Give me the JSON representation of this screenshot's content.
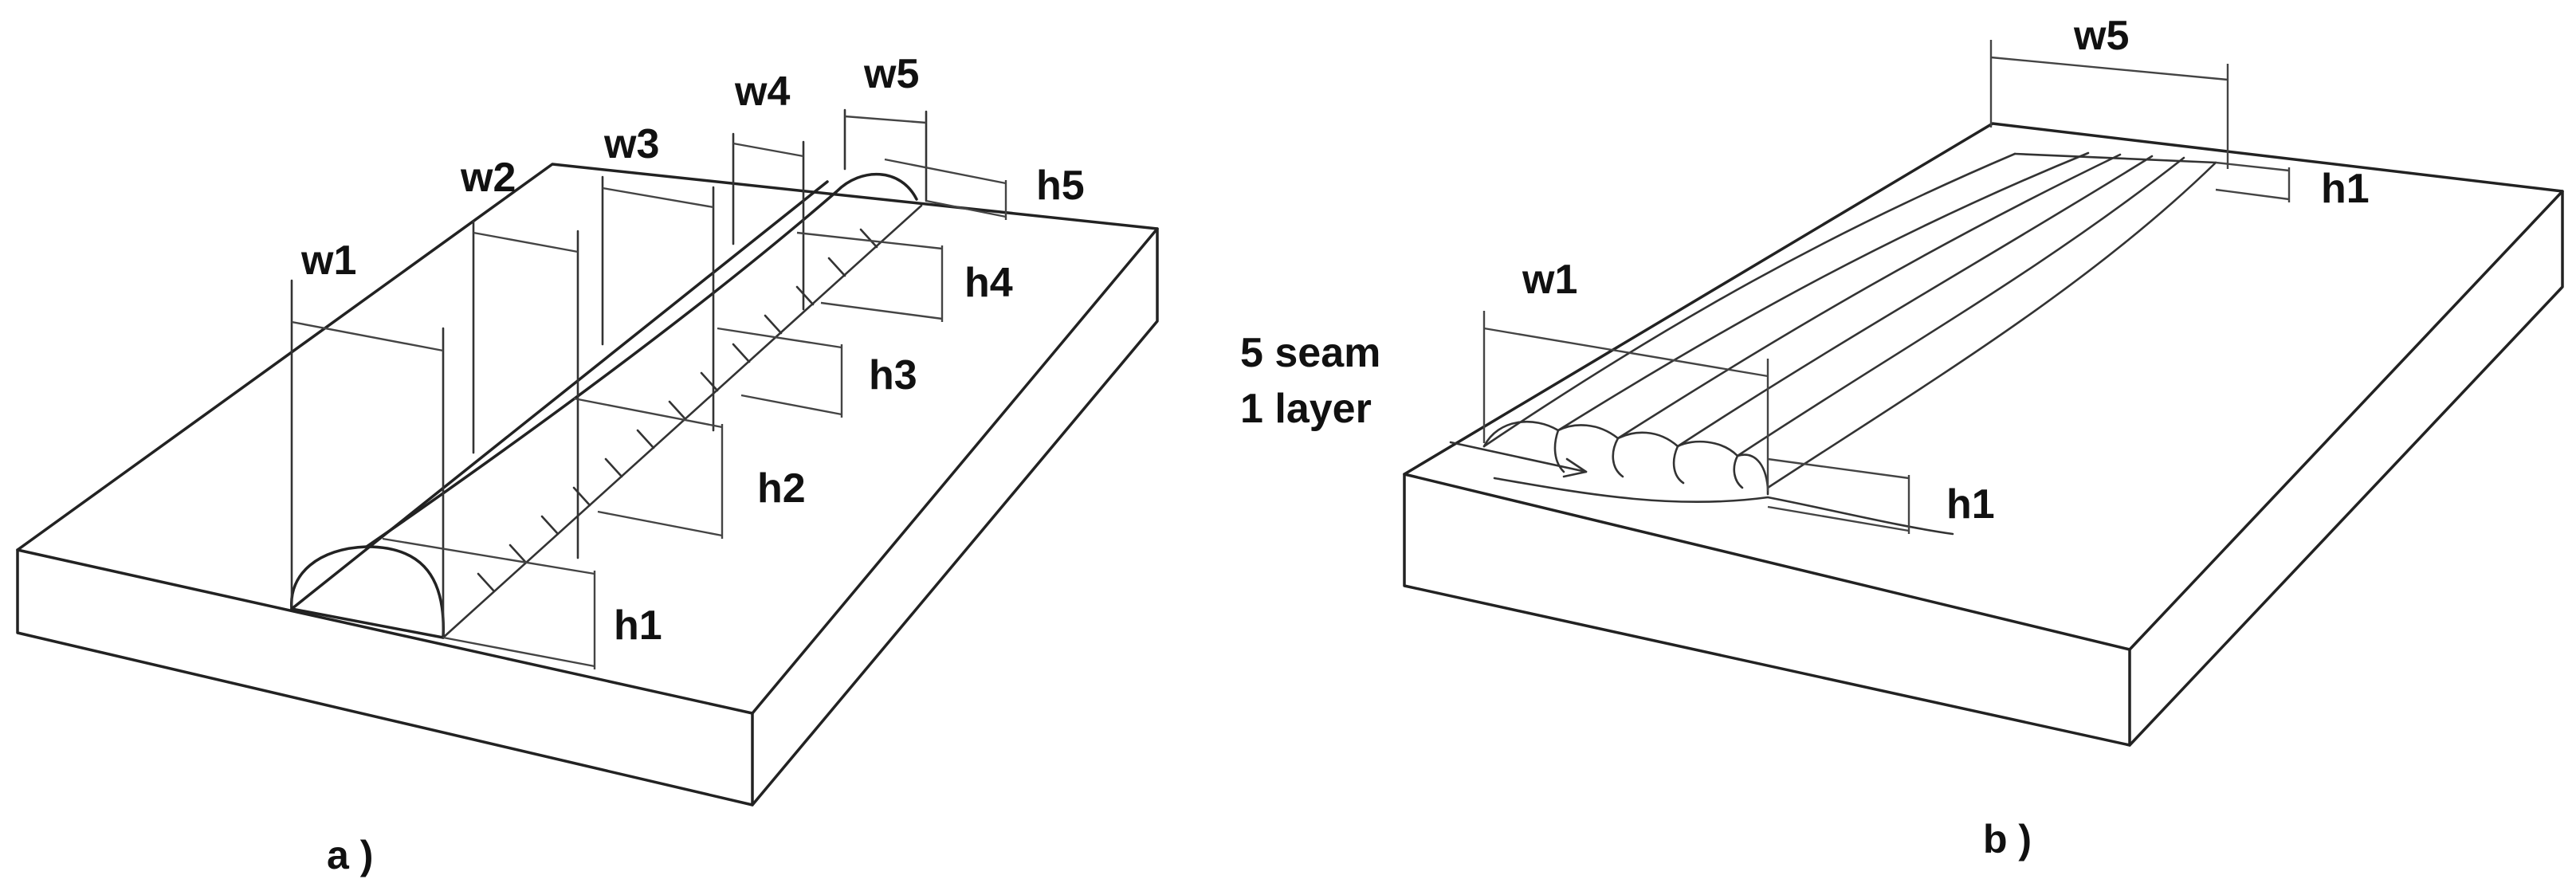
{
  "panel_a": {
    "caption": "a )",
    "widths": [
      "w1",
      "w2",
      "w3",
      "w4",
      "w5"
    ],
    "heights": [
      "h1",
      "h2",
      "h3",
      "h4",
      "h5"
    ]
  },
  "panel_b": {
    "caption": "b )",
    "width_top": "w5",
    "height_top": "h1",
    "width_front": "w1",
    "height_front": "h1",
    "note_line1": "5 seam",
    "note_line2": "1 layer"
  },
  "colors": {
    "line": "#222222",
    "background": "#ffffff"
  }
}
